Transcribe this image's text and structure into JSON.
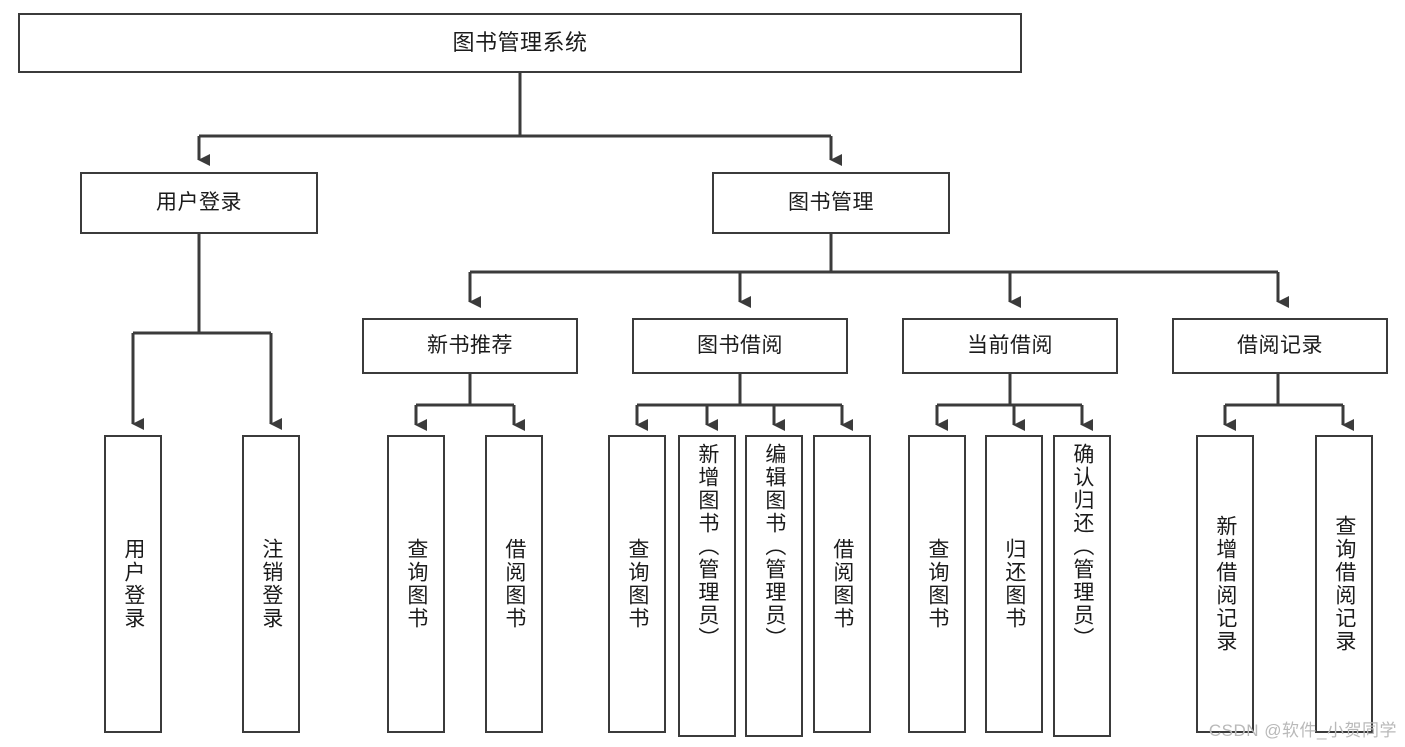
{
  "diagram": {
    "title": "图书管理系统",
    "type": "tree-hierarchy-chart",
    "colors": {
      "box_border": "#3b3b3b",
      "box_fill": "#ffffff",
      "connector": "#3b3b3b",
      "text": "#1b1b1b",
      "watermark": "#b9b9b9",
      "background": "#ffffff"
    },
    "watermark": "CSDN @软件_小贺同学",
    "levels": {
      "level0": {
        "root": {
          "label": "图书管理系统"
        }
      },
      "level1": [
        {
          "label": "用户登录"
        },
        {
          "label": "图书管理"
        }
      ],
      "level2": [
        {
          "label": "新书推荐"
        },
        {
          "label": "图书借阅"
        },
        {
          "label": "当前借阅"
        },
        {
          "label": "借阅记录"
        }
      ],
      "level3": {
        "user_login_children": [
          {
            "label": "用户登录"
          },
          {
            "label": "注销登录"
          }
        ],
        "new_book_children": [
          {
            "label": "查询图书"
          },
          {
            "label": "借阅图书"
          }
        ],
        "book_borrow_children": [
          {
            "label": "查询图书"
          },
          {
            "label": "新增图书（管理员）"
          },
          {
            "label": "编辑图书（管理员）"
          },
          {
            "label": "借阅图书"
          }
        ],
        "current_borrow_children": [
          {
            "label": "查询图书"
          },
          {
            "label": "归还图书"
          },
          {
            "label": "确认归还（管理员）"
          }
        ],
        "borrow_record_children": [
          {
            "label": "新增借阅记录"
          },
          {
            "label": "查询借阅记录"
          }
        ]
      }
    }
  }
}
